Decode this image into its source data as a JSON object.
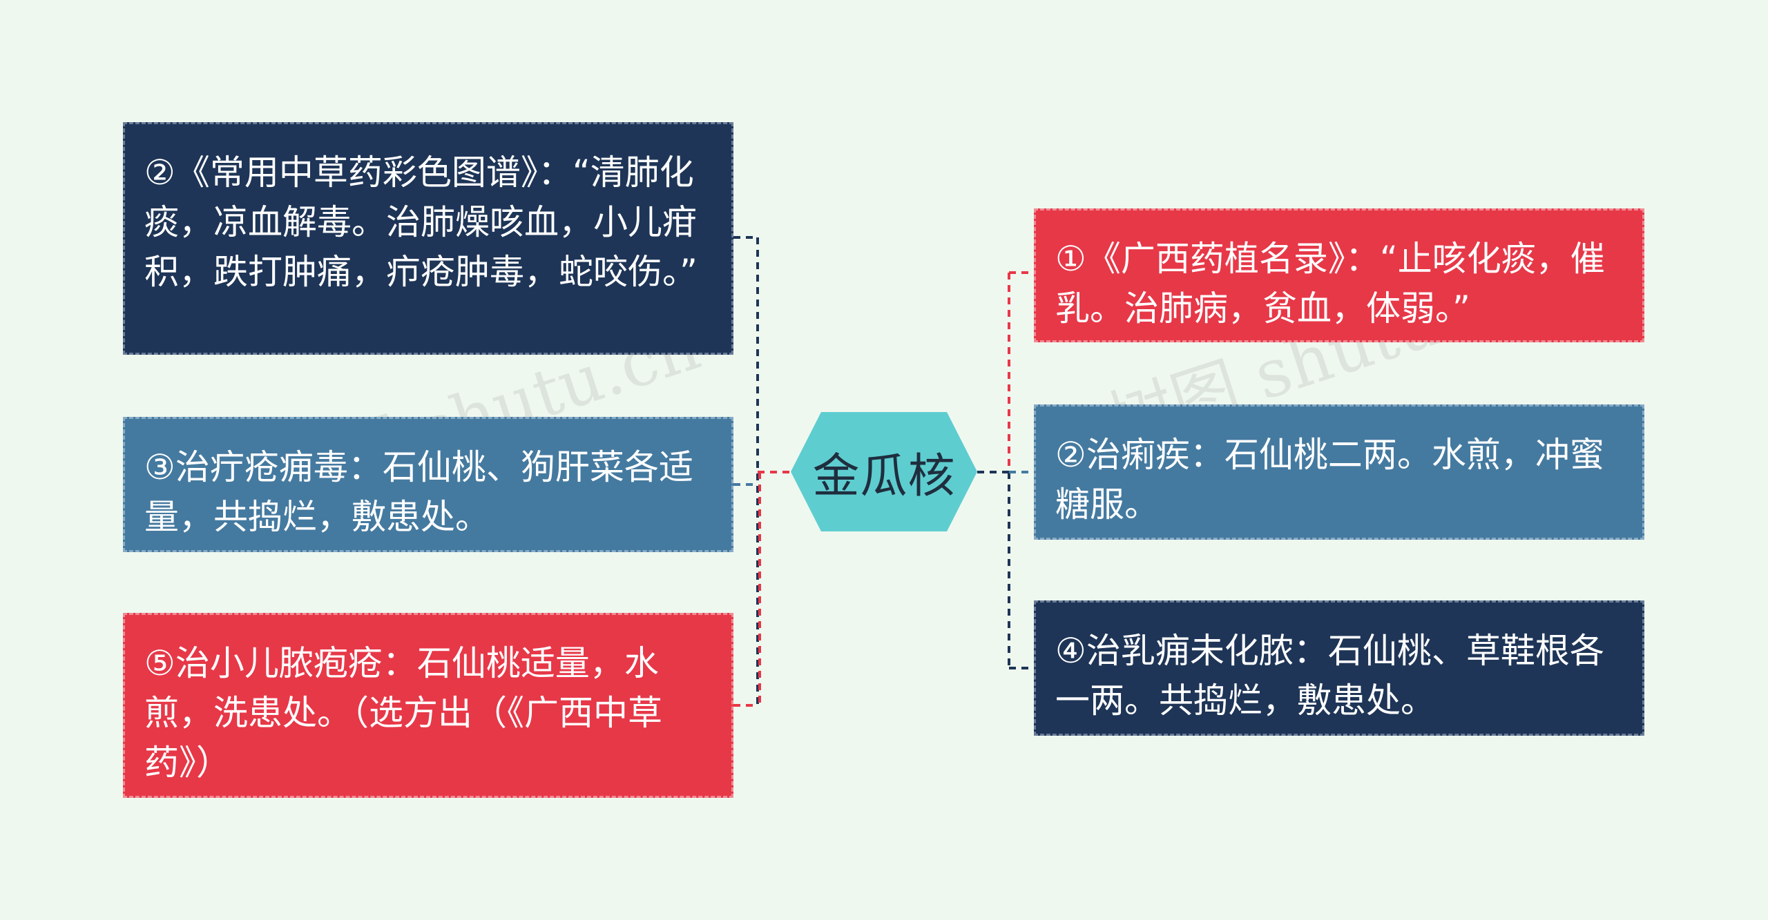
{
  "center": {
    "label": "金瓜核",
    "color": "#5ecdd0"
  },
  "left_nodes": [
    {
      "text": "②《常用中草药彩色图谱》：“清肺化痰，凉血解毒。治肺燥咳血，小儿疳积，跌打肿痛，疖疮肿毒，蛇咬伤。”",
      "color": "#1e3557"
    },
    {
      "text": "③治疔疮痈毒：石仙桃、狗肝菜各适量，共捣烂，敷患处。",
      "color": "#457aa0"
    },
    {
      "text": "⑤治小儿脓疱疮：石仙桃适量，水煎，洗患处。（选方出（《广西中草药》）",
      "color": "#e73848"
    }
  ],
  "right_nodes": [
    {
      "text": "①《广西药植名录》：“止咳化痰，催乳。治肺病，贫血，体弱。”",
      "color": "#e73848"
    },
    {
      "text": "②治痢疾：石仙桃二两。水煎，冲蜜糖服。",
      "color": "#457aa0"
    },
    {
      "text": "④治乳痈未化脓：石仙桃、草鞋根各一两。共捣烂，敷患处。",
      "color": "#1e3557"
    }
  ],
  "watermark": "树图 shutu.cn"
}
